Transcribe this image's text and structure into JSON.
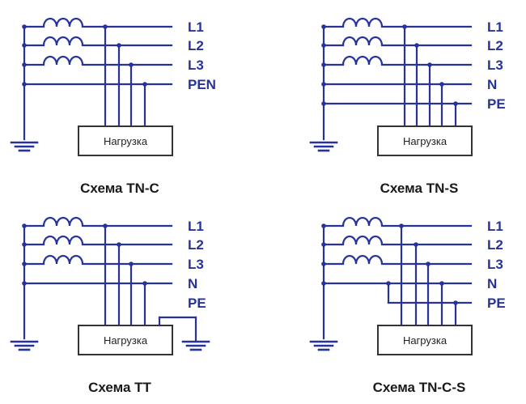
{
  "colors": {
    "wire": "#27329a",
    "box": "#333333",
    "caption": "#1a1a1a",
    "background": "#ffffff"
  },
  "schemes": [
    {
      "id": "tn-c",
      "caption": "Схема TN-C",
      "load": "Нагрузка",
      "lines": [
        "L1",
        "L2",
        "L3",
        "PEN"
      ]
    },
    {
      "id": "tn-s",
      "caption": "Схема TN-S",
      "load": "Нагрузка",
      "lines": [
        "L1",
        "L2",
        "L3",
        "N",
        "PE"
      ]
    },
    {
      "id": "tt",
      "caption": "Схема TT",
      "load": "Нагрузка",
      "lines": [
        "L1",
        "L2",
        "L3",
        "N",
        "PE"
      ]
    },
    {
      "id": "tn-c-s",
      "caption": "Схема TN-C-S",
      "load": "Нагрузка",
      "lines": [
        "L1",
        "L2",
        "L3",
        "N",
        "PE"
      ]
    }
  ]
}
